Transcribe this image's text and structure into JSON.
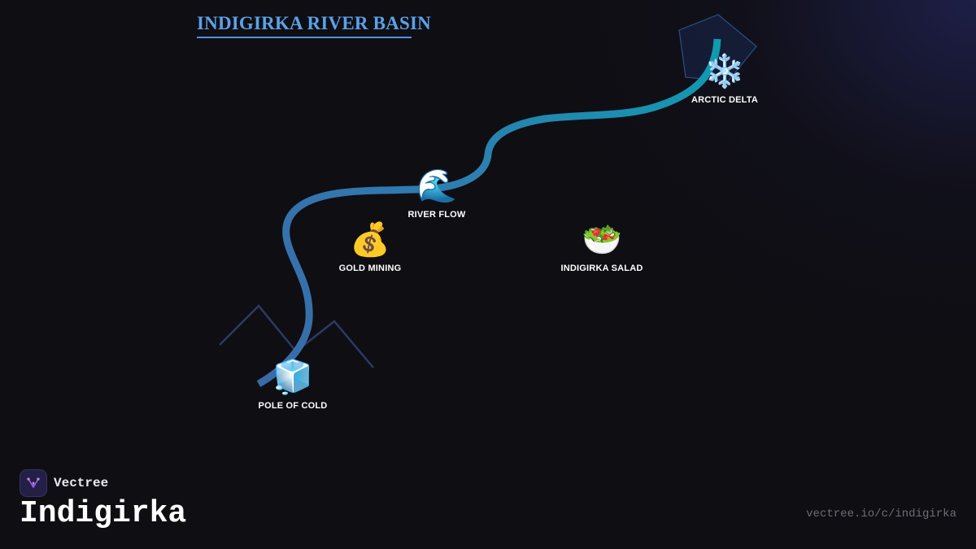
{
  "title": "INDIGIRKA RIVER BASIN",
  "nodes": [
    {
      "id": "pole-of-cold",
      "emoji": "🧊",
      "label": "POLE OF COLD"
    },
    {
      "id": "gold-mining",
      "emoji": "💰",
      "label": "GOLD MINING"
    },
    {
      "id": "river-flow",
      "emoji": "🌊",
      "label": "RIVER FLOW"
    },
    {
      "id": "indigirka-salad",
      "emoji": "🥗",
      "label": "INDIGIRKA SALAD"
    },
    {
      "id": "arctic-delta",
      "emoji": "❄️",
      "label": "ARCTIC DELTA"
    }
  ],
  "footer": {
    "brand": "Vectree",
    "name": "Indigirka",
    "url": "vectree.io/c/indigirka"
  },
  "colors": {
    "river_start": "#3a6aa8",
    "river_end": "#0f9bb0",
    "mountain": "#2c3a66",
    "title": "#5aa2ea",
    "delta_fill": "#15223f",
    "delta_stroke": "#2c4e82",
    "logo_accent": "#9b5de5"
  }
}
